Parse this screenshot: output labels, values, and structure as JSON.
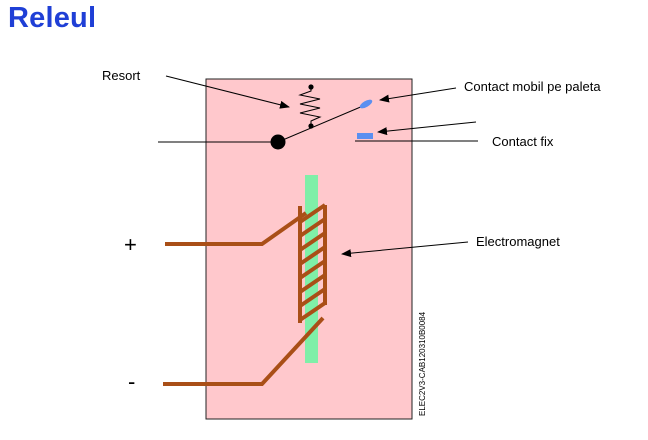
{
  "title": "Releul",
  "labels": {
    "spring": "Resort",
    "moving_contact": "Contact mobil pe paleta",
    "fixed_contact": "Contact fix",
    "electromagnet": "Electromagnet"
  },
  "terminals": {
    "plus": "+",
    "minus": "-"
  },
  "figure_code": "ELEC2V3-CAB120310B0084",
  "colors": {
    "title": "#1f3fd6",
    "housing": "#ffc8cc",
    "core": "#7fefa8",
    "coil": "#a94f17",
    "contact": "#5a8ff0"
  }
}
